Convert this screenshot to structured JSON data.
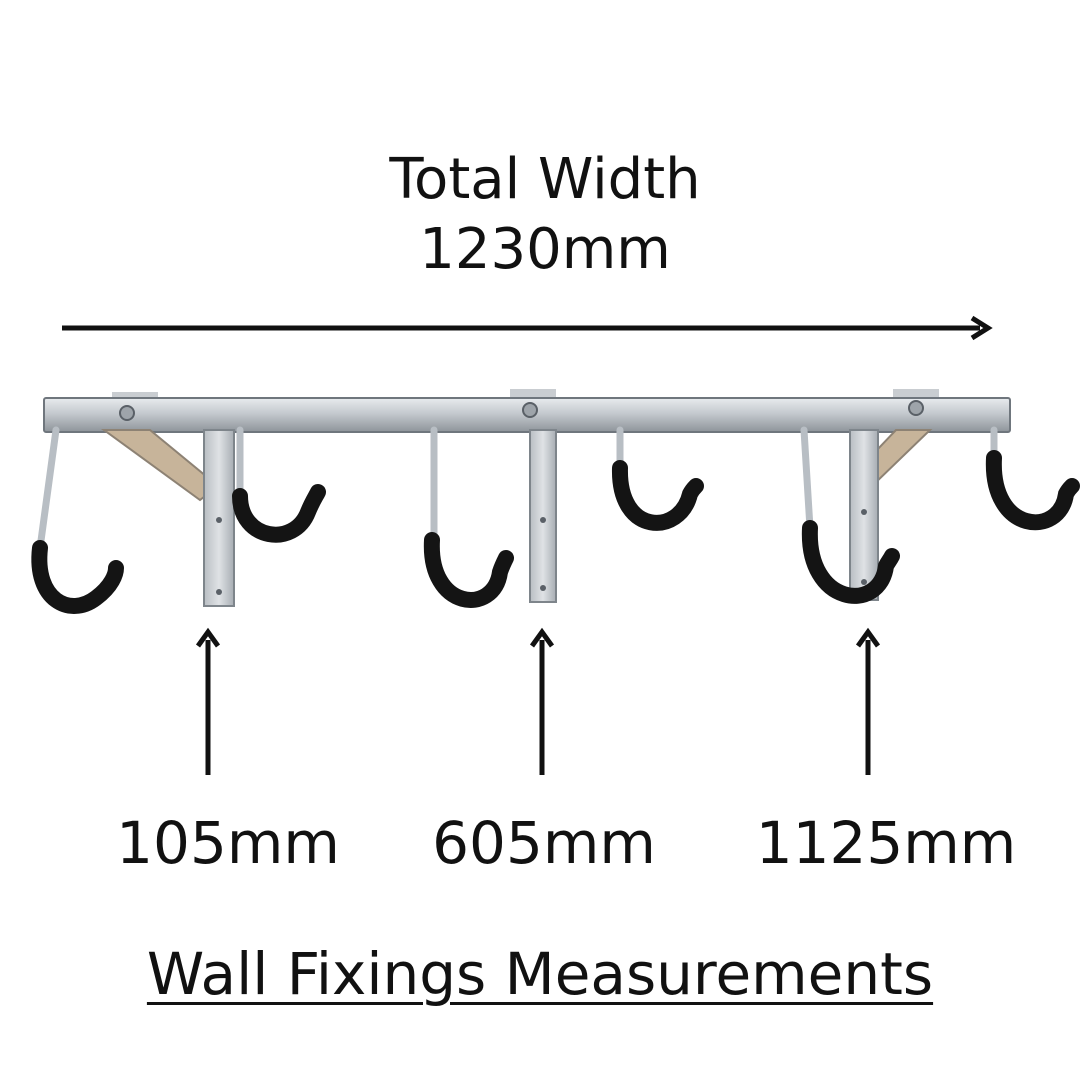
{
  "total_width": {
    "label": "Total Width",
    "value": "1230mm"
  },
  "wall_fixings": [
    {
      "label": "105mm"
    },
    {
      "label": "605mm"
    },
    {
      "label": "1125mm"
    }
  ],
  "caption": "Wall Fixings Measurements",
  "colors": {
    "text": "#111111",
    "rail": "#c9ced3",
    "hook_coating": "#141414",
    "background": "#ffffff"
  },
  "icons": [
    "arrow-right-icon",
    "arrow-up-icon"
  ]
}
